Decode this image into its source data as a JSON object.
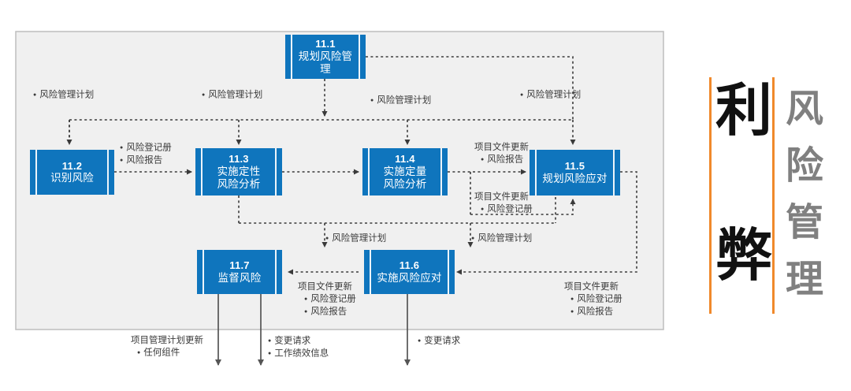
{
  "diagram": {
    "title_panel": {
      "big_chars": [
        "利",
        "弊"
      ],
      "vertical_title": [
        "风",
        "险",
        "管",
        "理"
      ],
      "accent_color": "#f0892b",
      "big_char_color": "#111111",
      "vertical_title_color": "#808080"
    },
    "canvas": {
      "background": "#f0f0f0",
      "border_color": "#bdbdbd",
      "box_color": "#0f75bd",
      "box_text_color": "#ffffff",
      "connector_color": "#3a3a3a"
    },
    "processes": [
      {
        "id": "11.1",
        "number": "11.1",
        "name": "规划风险管理"
      },
      {
        "id": "11.2",
        "number": "11.2",
        "name": "识别风险"
      },
      {
        "id": "11.3",
        "number": "11.3",
        "name": "实施定性\n风险分析",
        "line1": "实施定性",
        "line2": "风险分析"
      },
      {
        "id": "11.4",
        "number": "11.4",
        "name": "实施定量\n风险分析",
        "line1": "实施定量",
        "line2": "风险分析"
      },
      {
        "id": "11.5",
        "number": "11.5",
        "name": "规划风险应对"
      },
      {
        "id": "11.6",
        "number": "11.6",
        "name": "实施风险应对"
      },
      {
        "id": "11.7",
        "number": "11.7",
        "name": "监督风险"
      }
    ],
    "annotations": [
      {
        "id": "a1",
        "items": [
          "风险管理计划"
        ]
      },
      {
        "id": "a2",
        "items": [
          "风险管理计划"
        ]
      },
      {
        "id": "a3",
        "items": [
          "风险管理计划"
        ]
      },
      {
        "id": "a4",
        "items": [
          "风险管理计划"
        ]
      },
      {
        "id": "a5",
        "items": [
          "风险登记册",
          "风险报告"
        ]
      },
      {
        "id": "a6",
        "header": "项目文件更新",
        "items": [
          "风险报告"
        ]
      },
      {
        "id": "a7",
        "header": "项目文件更新",
        "items": [
          "风险登记册"
        ]
      },
      {
        "id": "a8",
        "items": [
          "风险管理计划"
        ]
      },
      {
        "id": "a9",
        "items": [
          "风险管理计划"
        ]
      },
      {
        "id": "a10",
        "header": "项目文件更新",
        "items": [
          "风险登记册",
          "风险报告"
        ]
      },
      {
        "id": "a11",
        "header": "项目文件更新",
        "items": [
          "风险登记册",
          "风险报告"
        ]
      },
      {
        "id": "a12",
        "header": "项目管理计划更新",
        "items": [
          "任何组件"
        ]
      },
      {
        "id": "a13",
        "items": [
          "变更请求",
          "工作绩效信息"
        ]
      },
      {
        "id": "a14",
        "items": [
          "变更请求"
        ]
      }
    ]
  }
}
